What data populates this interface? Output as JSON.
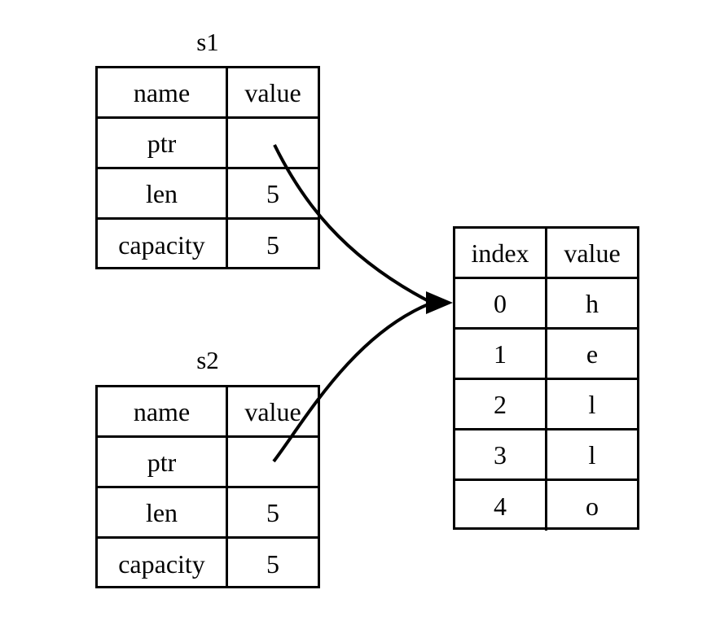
{
  "diagram": {
    "title": "two String structs pointing to the same heap data",
    "background_color": "#ffffff",
    "line_color": "#000000"
  },
  "structs": [
    {
      "caption": "s1",
      "header": {
        "name": "name",
        "value": "value"
      },
      "rows": [
        {
          "name": "ptr",
          "value": ""
        },
        {
          "name": "len",
          "value": "5"
        },
        {
          "name": "capacity",
          "value": "5"
        }
      ]
    },
    {
      "caption": "s2",
      "header": {
        "name": "name",
        "value": "value"
      },
      "rows": [
        {
          "name": "ptr",
          "value": ""
        },
        {
          "name": "len",
          "value": "5"
        },
        {
          "name": "capacity",
          "value": "5"
        }
      ]
    }
  ],
  "heap": {
    "header": {
      "index": "index",
      "value": "value"
    },
    "rows": [
      {
        "index": "0",
        "value": "h"
      },
      {
        "index": "1",
        "value": "e"
      },
      {
        "index": "2",
        "value": "l"
      },
      {
        "index": "3",
        "value": "l"
      },
      {
        "index": "4",
        "value": "o"
      }
    ]
  },
  "arrows": [
    {
      "from": "s1-ptr-value",
      "to": "heap-row-0",
      "label": ""
    },
    {
      "from": "s2-ptr-value",
      "to": "heap-row-0",
      "label": ""
    }
  ]
}
